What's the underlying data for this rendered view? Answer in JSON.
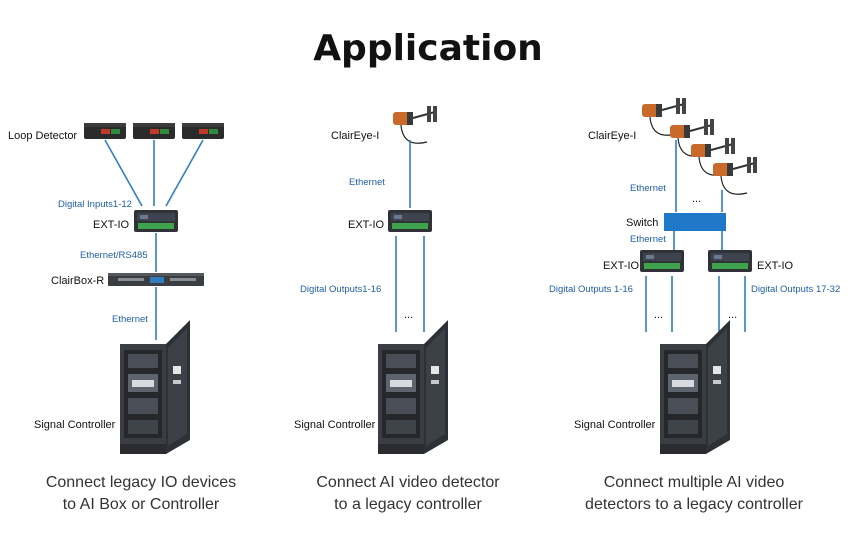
{
  "title": "Application",
  "panel1": {
    "loop_detector": "Loop Detector",
    "digital_inputs": "Digital Inputs1-12",
    "ext_io": "EXT-IO",
    "ethernet_rs485": "Ethernet/RS485",
    "clairbox": "ClairBox-R",
    "ethernet": "Ethernet",
    "signal_controller": "Signal Controller",
    "caption_line1": "Connect legacy IO devices",
    "caption_line2": "to AI Box or Controller"
  },
  "panel2": {
    "claireye": "ClairEye-I",
    "ethernet": "Ethernet",
    "ext_io": "EXT-IO",
    "digital_outputs": "Digital Outputs1-16",
    "dots": "...",
    "signal_controller": "Signal Controller",
    "caption_line1": "Connect AI video detector",
    "caption_line2": "to a legacy controller"
  },
  "panel3": {
    "claireye": "ClairEye-I",
    "ethernet_top": "Ethernet",
    "dots_top": "...",
    "switch": "Switch",
    "ethernet_mid": "Ethernet",
    "ext_io_left": "EXT-IO",
    "ext_io_right": "EXT-IO",
    "digital_outputs_left": "Digital Outputs 1-16",
    "digital_outputs_right": "Digital Outputs 17-32",
    "dots_left": "...",
    "dots_right": "...",
    "signal_controller": "Signal Controller",
    "caption_line1": "Connect multiple AI video",
    "caption_line2": "detectors to a legacy controller"
  }
}
